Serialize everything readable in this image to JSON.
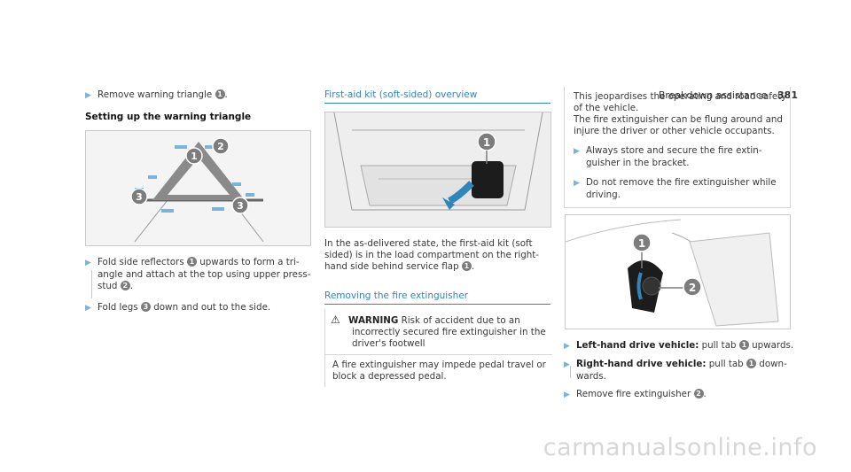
{
  "header": {
    "title": "Breakdown assistance",
    "page": "381"
  },
  "col1": {
    "step1_text": "Remove warning triangle",
    "step1_num": "1",
    "step1_end": ".",
    "heading": "Setting up the warning triangle",
    "step2_a": "Fold side reflectors",
    "step2_num1": "1",
    "step2_b": "upwards to form a tri-",
    "step2_c": "angle and attach at the top using upper press-",
    "step2_d": "stud",
    "step2_num2": "2",
    "step2_e": ".",
    "step3_a": "Fold legs",
    "step3_num": "3",
    "step3_b": "down and out to the side.",
    "fig_labels": [
      "1",
      "2",
      "3",
      "3"
    ]
  },
  "col2": {
    "heading": "First-aid kit (soft-sided) overview",
    "fig_label": "1",
    "para_l1": "In the as-delivered state, the first-aid kit (soft",
    "para_l2": "sided) is in the load compartment on the right-",
    "para_l3a": "hand side behind service flap",
    "para_num": "1",
    "para_l3b": ".",
    "heading2": "Removing the fire extinguisher",
    "warn_title": "WARNING",
    "warn_l1": "Risk of accident due to an",
    "warn_l2": "incorrectly secured fire extinguisher in the",
    "warn_l3": "driver's footwell",
    "warn_p_l1": "A fire extinguisher may impede pedal travel or",
    "warn_p_l2": "block a depressed pedal."
  },
  "col3": {
    "box_l1": "This jeopardises the operating and road safety",
    "box_l2": "of the vehicle.",
    "box_l3": "The fire extinguisher can be flung around and",
    "box_l4": "injure the driver or other vehicle occupants.",
    "box_s1_l1": "Always store and secure the fire extin-",
    "box_s1_l2": "guisher in the bracket.",
    "box_s2_l1": "Do not remove the fire extinguisher while",
    "box_s2_l2": "driving.",
    "fig_labels": [
      "1",
      "2"
    ],
    "s1_bold": "Left-hand drive vehicle:",
    "s1_text": "pull tab",
    "s1_num": "1",
    "s1_end": "upwards.",
    "s2_bold": "Right-hand drive vehicle:",
    "s2_text": "pull tab",
    "s2_num": "1",
    "s2_end": "down-",
    "s2_l2": "wards.",
    "s3_text": "Remove fire extinguisher",
    "s3_num": "2",
    "s3_end": "."
  },
  "watermark": "carmanualsonline.info",
  "colors": {
    "accent_blue": "#2f86bc",
    "step_arrow": "#7ab4d6",
    "callout_gray": "#7c7c7c"
  }
}
